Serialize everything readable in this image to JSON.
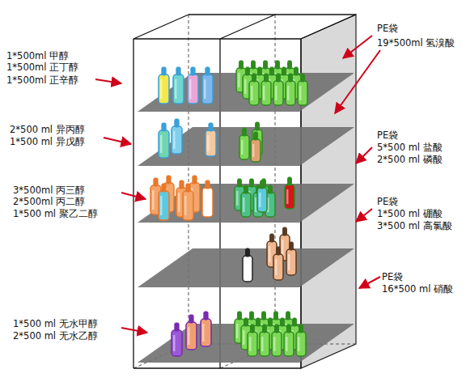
{
  "diagram": {
    "labels": [
      "1*500ml 甲醇",
      "1*500ml 正丁醇",
      "1*500ml 正辛醇",
      "2*500 ml 异丙醇",
      "1*500 ml 异戊醇",
      "3*500ml 丙三醇",
      "2*500ml 丙二醇",
      "1*500 ml 聚乙二醇",
      "1*500 ml 无水甲醇",
      "2*500 ml 无水乙醇",
      "PE袋",
      "19*500ml 氢溴酸",
      "PE袋",
      "5*500 ml 盐酸",
      "2*500 ml 磷酸",
      "PE袋",
      "1*500 ml 硼酸",
      "3*500 ml 高氯酸",
      "PE袋",
      "16*500 ml 硝酸"
    ]
  }
}
